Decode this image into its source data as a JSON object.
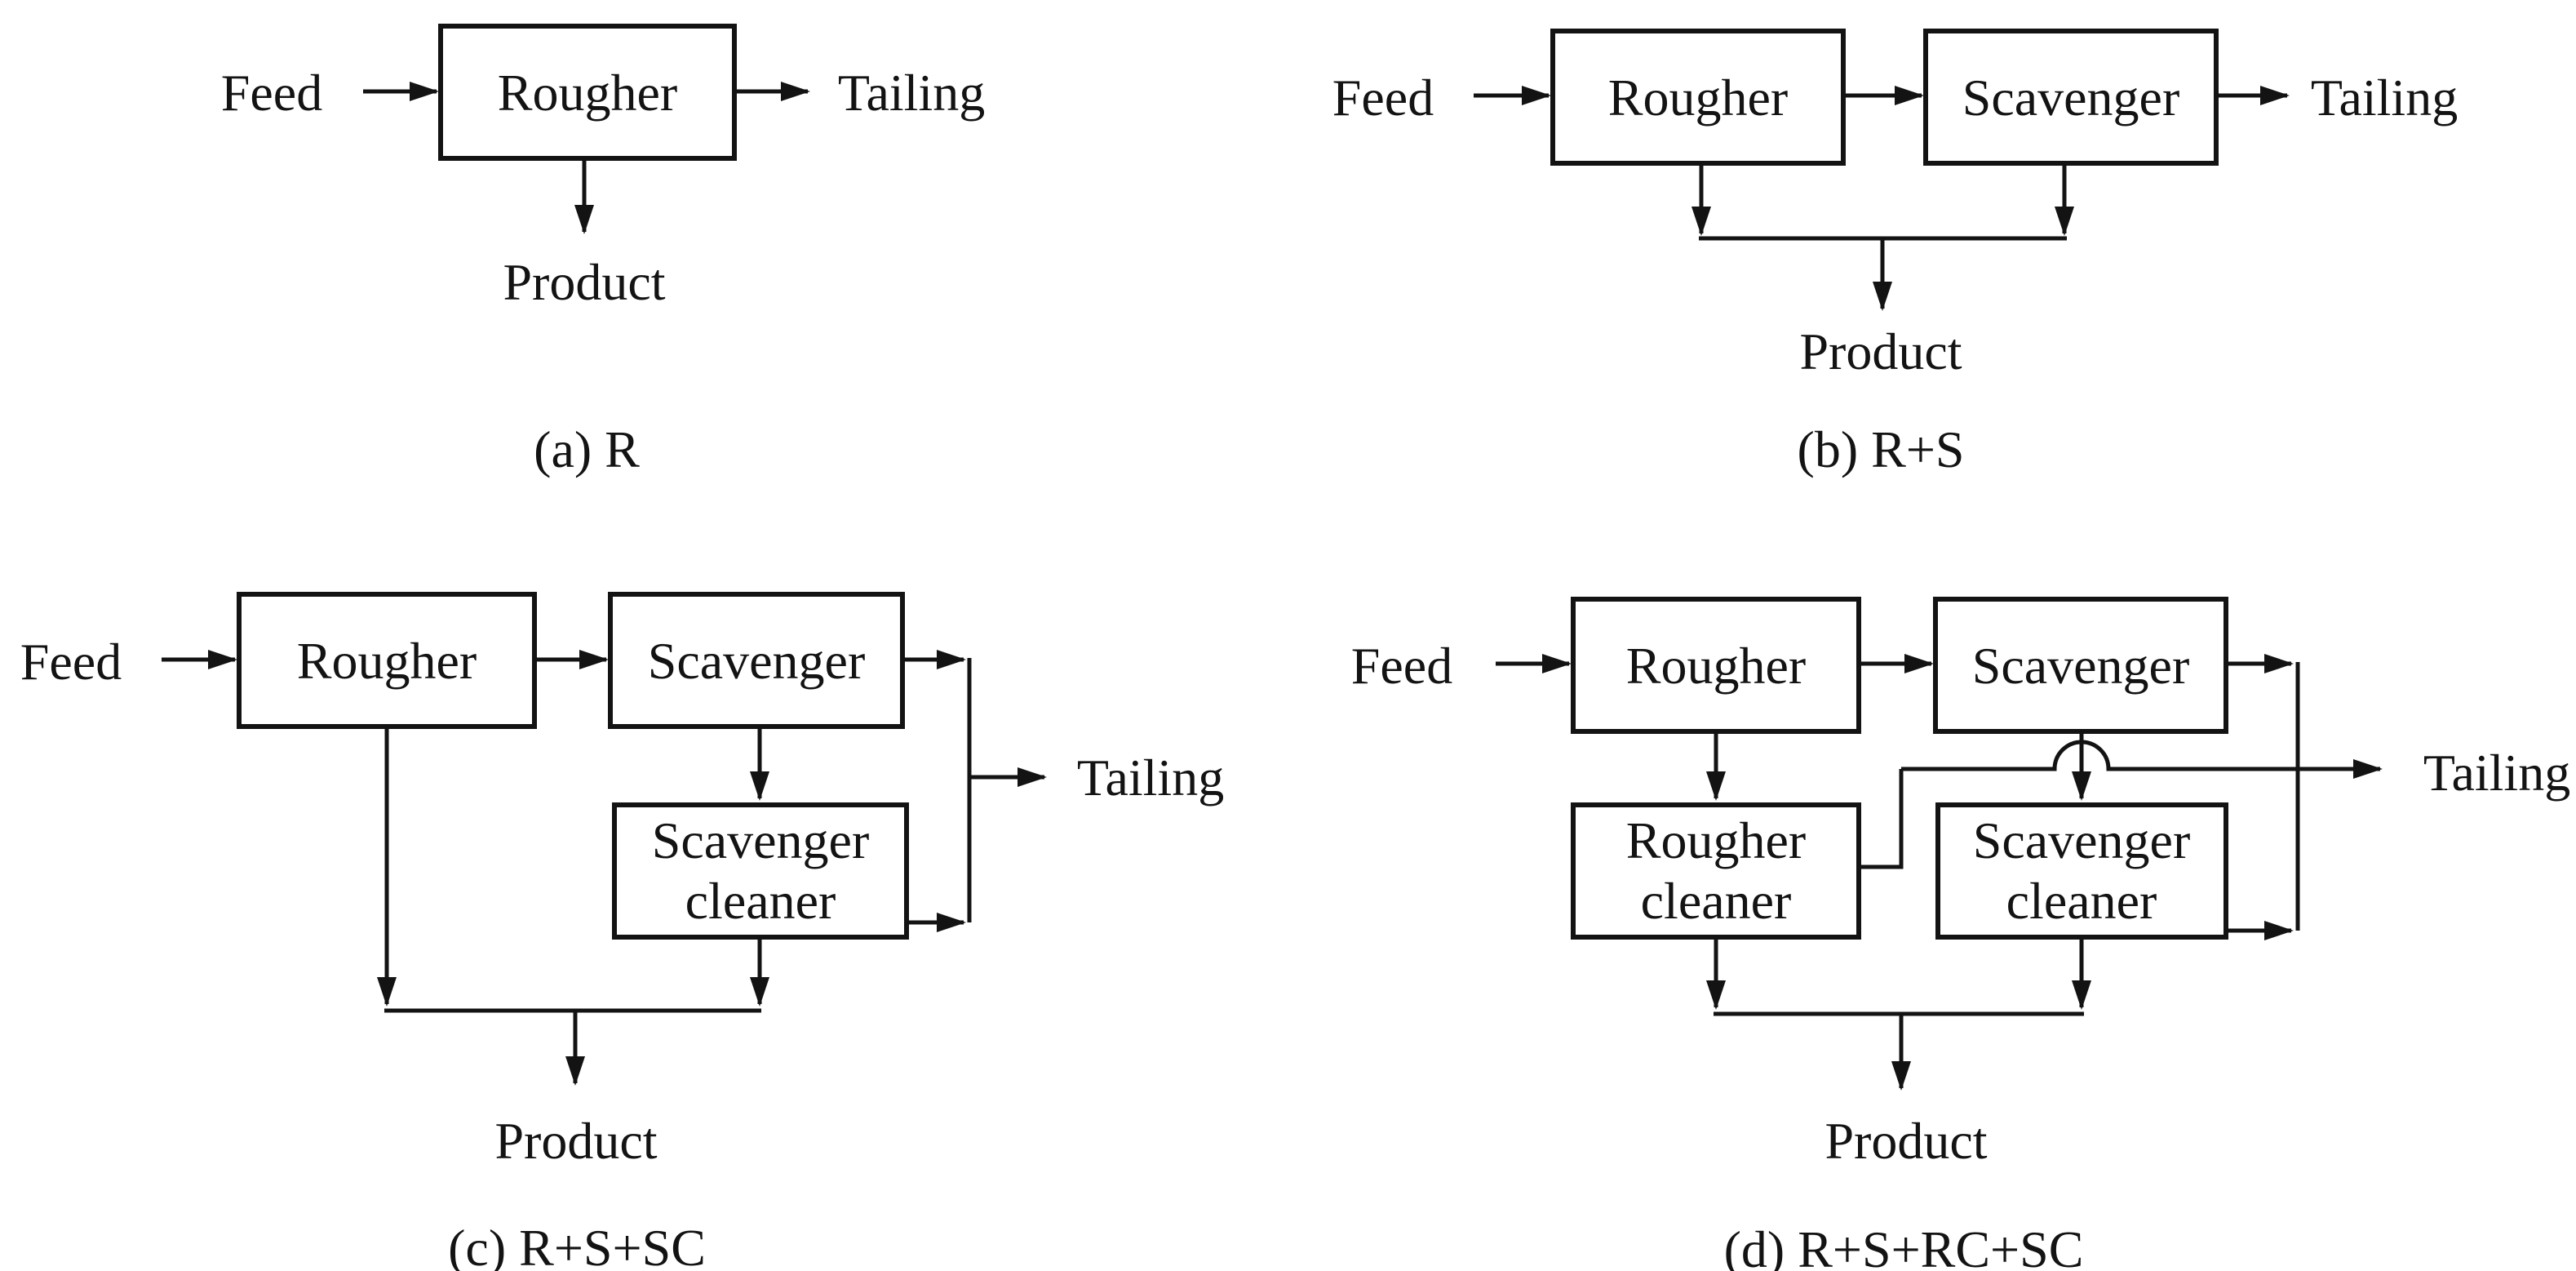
{
  "diagram": {
    "description_colors": {
      "background": "#ffffff",
      "line": "#131313",
      "text": "#131313"
    },
    "panels": [
      {
        "key": "a",
        "caption": "(a) R",
        "streams": {
          "feed": "Feed",
          "tailing": "Tailing",
          "product": "Product"
        },
        "units": [
          {
            "id": "rougher",
            "label": "Rougher"
          }
        ]
      },
      {
        "key": "b",
        "caption": "(b) R+S",
        "streams": {
          "feed": "Feed",
          "tailing": "Tailing",
          "product": "Product"
        },
        "units": [
          {
            "id": "rougher",
            "label": "Rougher"
          },
          {
            "id": "scavenger",
            "label": "Scavenger"
          }
        ]
      },
      {
        "key": "c",
        "caption": "(c) R+S+SC",
        "streams": {
          "feed": "Feed",
          "tailing": "Tailing",
          "product": "Product"
        },
        "units": [
          {
            "id": "rougher",
            "label": "Rougher"
          },
          {
            "id": "scavenger",
            "label": "Scavenger"
          },
          {
            "id": "scavenger-cleaner",
            "line1": "Scavenger",
            "line2": "cleaner"
          }
        ]
      },
      {
        "key": "d",
        "caption": "(d) R+S+RC+SC",
        "streams": {
          "feed": "Feed",
          "tailing": "Tailing",
          "product": "Product"
        },
        "units": [
          {
            "id": "rougher",
            "label": "Rougher"
          },
          {
            "id": "scavenger",
            "label": "Scavenger"
          },
          {
            "id": "rougher-cleaner",
            "line1": "Rougher",
            "line2": "cleaner"
          },
          {
            "id": "scavenger-cleaner",
            "line1": "Scavenger",
            "line2": "cleaner"
          }
        ]
      }
    ]
  }
}
